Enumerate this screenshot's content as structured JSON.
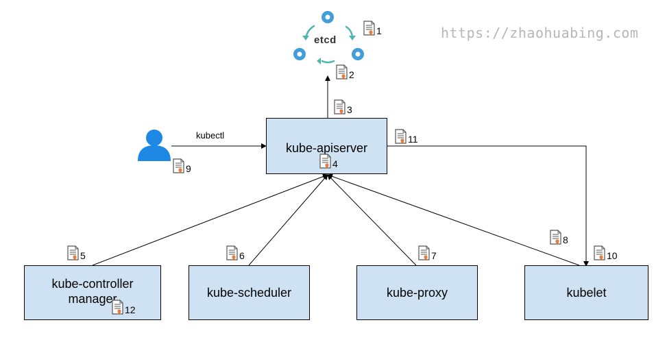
{
  "watermark": "https://zhaohuabing.com",
  "etcd": {
    "label": "etcd"
  },
  "edges": {
    "kubectl_label": "kubectl"
  },
  "nodes": {
    "apiserver": "kube-apiserver",
    "controller_manager": "kube-controller\nmanager",
    "scheduler": "kube-scheduler",
    "proxy": "kube-proxy",
    "kubelet": "kubelet"
  },
  "certs": {
    "c1": "1",
    "c2": "2",
    "c3": "3",
    "c4": "4",
    "c5": "5",
    "c6": "6",
    "c7": "7",
    "c8": "8",
    "c9": "9",
    "c10": "10",
    "c11": "11",
    "c12": "12"
  },
  "colors": {
    "box_fill": "#cfe2f3",
    "user_icon": "#1e88e5",
    "etcd_logo": "#419eda",
    "cycle_arrow": "#4db6ac",
    "cert_seal": "#e67c3d"
  },
  "icons": {
    "user": "user-icon",
    "certificate": "certificate-icon",
    "etcd": "etcd-logo"
  }
}
